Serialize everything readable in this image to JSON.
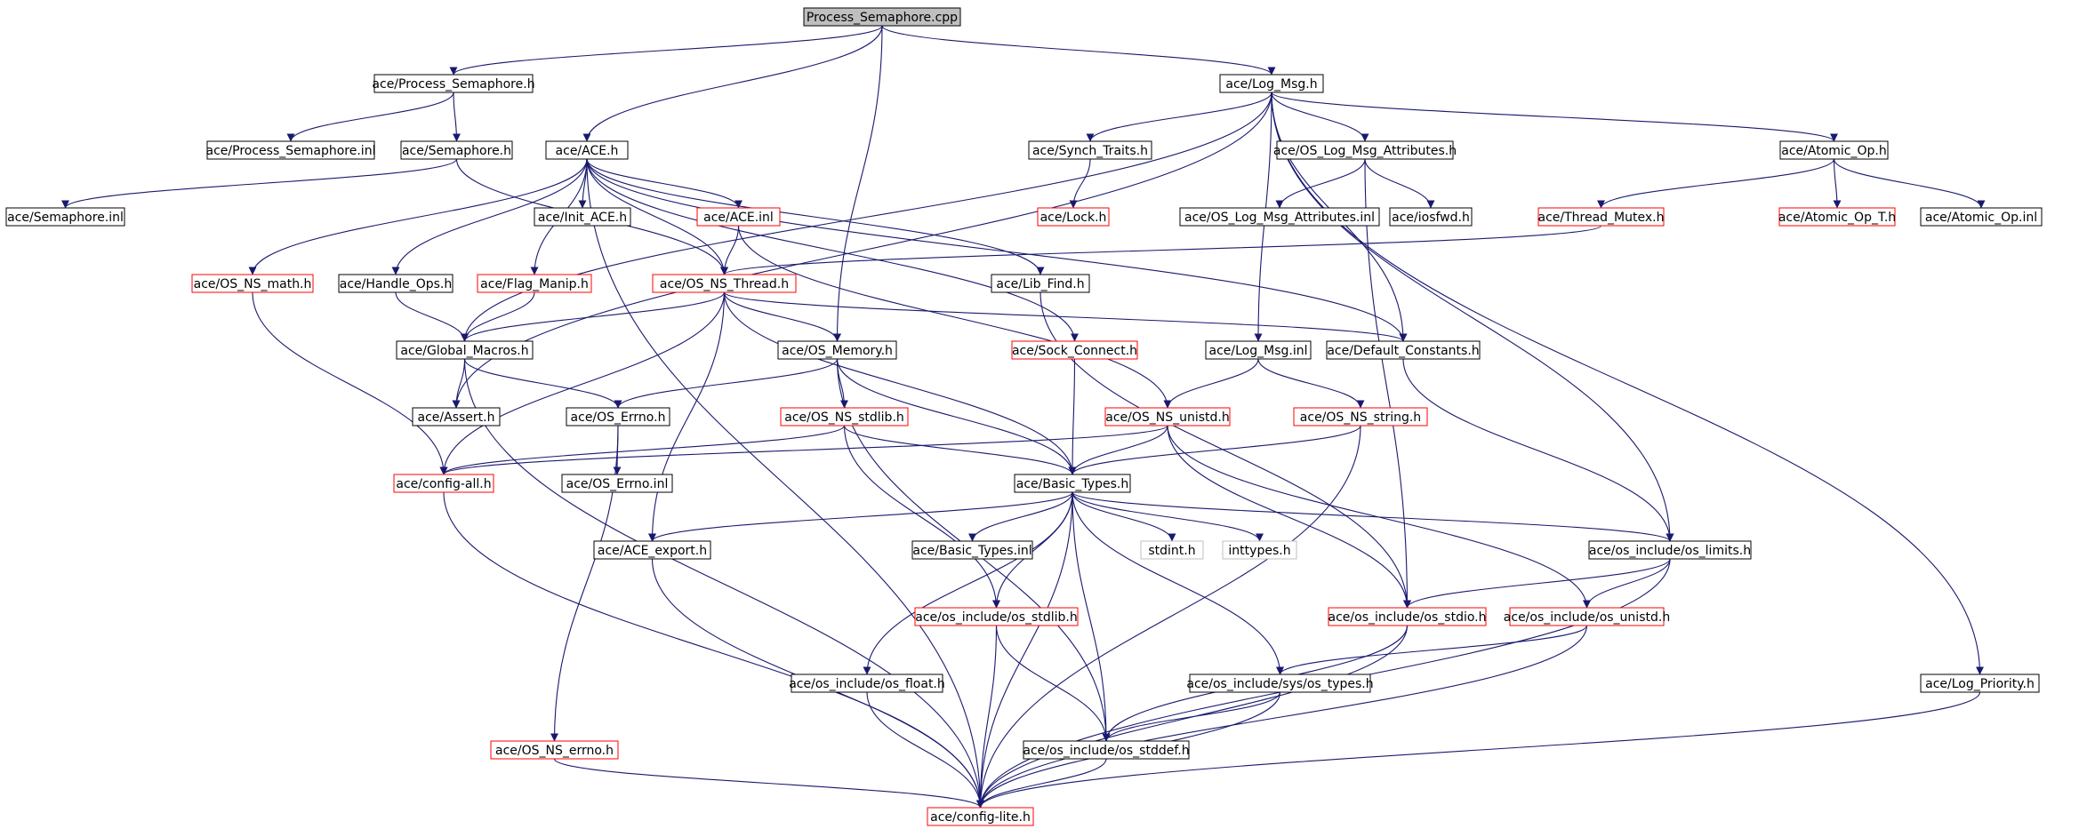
{
  "title": "Process_Semaphore.cpp",
  "colors": {
    "edge": "#191970",
    "root_fill": "#bfbfbf",
    "node_border": "#000000",
    "undocumented_border": "#ff0000",
    "missing_border": "#bfbfbf",
    "missing_text": "#000000"
  },
  "nodes": [
    {
      "id": "root",
      "label": "Process_Semaphore.cpp",
      "kind": "root"
    },
    {
      "id": "ps_h",
      "label": "ace/Process_Semaphore.h",
      "kind": "normal"
    },
    {
      "id": "logmsg_h",
      "label": "ace/Log_Msg.h",
      "kind": "normal"
    },
    {
      "id": "ps_inl",
      "label": "ace/Process_Semaphore.inl",
      "kind": "normal"
    },
    {
      "id": "sem_h",
      "label": "ace/Semaphore.h",
      "kind": "normal"
    },
    {
      "id": "ace_h",
      "label": "ace/ACE.h",
      "kind": "normal"
    },
    {
      "id": "synch_traits",
      "label": "ace/Synch_Traits.h",
      "kind": "normal"
    },
    {
      "id": "oslogattr_h",
      "label": "ace/OS_Log_Msg_Attributes.h",
      "kind": "normal"
    },
    {
      "id": "atomic_h",
      "label": "ace/Atomic_Op.h",
      "kind": "normal"
    },
    {
      "id": "sem_inl",
      "label": "ace/Semaphore.inl",
      "kind": "normal"
    },
    {
      "id": "initace",
      "label": "ace/Init_ACE.h",
      "kind": "normal"
    },
    {
      "id": "ace_inl",
      "label": "ace/ACE.inl",
      "kind": "red"
    },
    {
      "id": "lock_h",
      "label": "ace/Lock.h",
      "kind": "red"
    },
    {
      "id": "oslogattr_inl",
      "label": "ace/OS_Log_Msg_Attributes.inl",
      "kind": "normal"
    },
    {
      "id": "iosfwd",
      "label": "ace/iosfwd.h",
      "kind": "normal"
    },
    {
      "id": "threadmutex",
      "label": "ace/Thread_Mutex.h",
      "kind": "red"
    },
    {
      "id": "atomic_t",
      "label": "ace/Atomic_Op_T.h",
      "kind": "red"
    },
    {
      "id": "atomic_inl",
      "label": "ace/Atomic_Op.inl",
      "kind": "normal"
    },
    {
      "id": "osnsmath",
      "label": "ace/OS_NS_math.h",
      "kind": "red"
    },
    {
      "id": "handleops",
      "label": "ace/Handle_Ops.h",
      "kind": "normal"
    },
    {
      "id": "flagmanip",
      "label": "ace/Flag_Manip.h",
      "kind": "red"
    },
    {
      "id": "osnsthread",
      "label": "ace/OS_NS_Thread.h",
      "kind": "red"
    },
    {
      "id": "libfind",
      "label": "ace/Lib_Find.h",
      "kind": "normal"
    },
    {
      "id": "globalmacros",
      "label": "ace/Global_Macros.h",
      "kind": "normal"
    },
    {
      "id": "osmemory",
      "label": "ace/OS_Memory.h",
      "kind": "normal"
    },
    {
      "id": "sockconnect",
      "label": "ace/Sock_Connect.h",
      "kind": "red"
    },
    {
      "id": "logmsg_inl",
      "label": "ace/Log_Msg.inl",
      "kind": "normal"
    },
    {
      "id": "defconst",
      "label": "ace/Default_Constants.h",
      "kind": "normal"
    },
    {
      "id": "assert_h",
      "label": "ace/Assert.h",
      "kind": "normal"
    },
    {
      "id": "oserrno_h",
      "label": "ace/OS_Errno.h",
      "kind": "normal"
    },
    {
      "id": "osnsstdlib",
      "label": "ace/OS_NS_stdlib.h",
      "kind": "red"
    },
    {
      "id": "osnsunistd",
      "label": "ace/OS_NS_unistd.h",
      "kind": "red"
    },
    {
      "id": "osnsstring",
      "label": "ace/OS_NS_string.h",
      "kind": "red"
    },
    {
      "id": "configall",
      "label": "ace/config-all.h",
      "kind": "red"
    },
    {
      "id": "oserrno_inl",
      "label": "ace/OS_Errno.inl",
      "kind": "normal"
    },
    {
      "id": "basictypes_h",
      "label": "ace/Basic_Types.h",
      "kind": "normal"
    },
    {
      "id": "aceexport",
      "label": "ace/ACE_export.h",
      "kind": "normal"
    },
    {
      "id": "basictypes_inl",
      "label": "ace/Basic_Types.inl",
      "kind": "normal"
    },
    {
      "id": "stdint",
      "label": "stdint.h",
      "kind": "missing"
    },
    {
      "id": "inttypes",
      "label": "inttypes.h",
      "kind": "missing"
    },
    {
      "id": "oslimits",
      "label": "ace/os_include/os_limits.h",
      "kind": "normal"
    },
    {
      "id": "osstdlib",
      "label": "ace/os_include/os_stdlib.h",
      "kind": "red"
    },
    {
      "id": "osstdio",
      "label": "ace/os_include/os_stdio.h",
      "kind": "red"
    },
    {
      "id": "osunistd",
      "label": "ace/os_include/os_unistd.h",
      "kind": "red"
    },
    {
      "id": "osfloat",
      "label": "ace/os_include/os_float.h",
      "kind": "normal"
    },
    {
      "id": "ostypes",
      "label": "ace/os_include/sys/os_types.h",
      "kind": "normal"
    },
    {
      "id": "logpriority",
      "label": "ace/Log_Priority.h",
      "kind": "normal"
    },
    {
      "id": "osnserrno",
      "label": "ace/OS_NS_errno.h",
      "kind": "red"
    },
    {
      "id": "osstddef",
      "label": "ace/os_include/os_stddef.h",
      "kind": "normal"
    },
    {
      "id": "configlite",
      "label": "ace/config-lite.h",
      "kind": "red"
    }
  ],
  "edges": [
    [
      "root",
      "ps_h"
    ],
    [
      "root",
      "ace_h"
    ],
    [
      "root",
      "osmemory"
    ],
    [
      "root",
      "logmsg_h"
    ],
    [
      "ps_h",
      "ps_inl"
    ],
    [
      "ps_h",
      "sem_h"
    ],
    [
      "sem_h",
      "sem_inl"
    ],
    [
      "sem_h",
      "osnsthread"
    ],
    [
      "ace_h",
      "initace"
    ],
    [
      "ace_h",
      "ace_inl"
    ],
    [
      "ace_h",
      "osnsmath"
    ],
    [
      "ace_h",
      "handleops"
    ],
    [
      "ace_h",
      "flagmanip"
    ],
    [
      "ace_h",
      "libfind"
    ],
    [
      "ace_h",
      "sockconnect"
    ],
    [
      "ace_h",
      "defconst"
    ],
    [
      "ace_h",
      "configlite"
    ],
    [
      "ace_h",
      "osnsthread"
    ],
    [
      "ace_inl",
      "osnsthread"
    ],
    [
      "ace_inl",
      "osnsunistd"
    ],
    [
      "logmsg_h",
      "synch_traits"
    ],
    [
      "logmsg_h",
      "oslogattr_h"
    ],
    [
      "logmsg_h",
      "atomic_h"
    ],
    [
      "logmsg_h",
      "logmsg_inl"
    ],
    [
      "logmsg_h",
      "defconst"
    ],
    [
      "logmsg_h",
      "globalmacros"
    ],
    [
      "logmsg_h",
      "assert_h"
    ],
    [
      "logmsg_h",
      "oslimits"
    ],
    [
      "logmsg_h",
      "logpriority"
    ],
    [
      "synch_traits",
      "lock_h"
    ],
    [
      "oslogattr_h",
      "oslogattr_inl"
    ],
    [
      "oslogattr_h",
      "iosfwd"
    ],
    [
      "oslogattr_h",
      "osstdio"
    ],
    [
      "atomic_h",
      "threadmutex"
    ],
    [
      "atomic_h",
      "atomic_t"
    ],
    [
      "atomic_h",
      "atomic_inl"
    ],
    [
      "threadmutex",
      "osnsthread"
    ],
    [
      "osnsmath",
      "configall"
    ],
    [
      "handleops",
      "globalmacros"
    ],
    [
      "flagmanip",
      "globalmacros"
    ],
    [
      "osnsthread",
      "globalmacros"
    ],
    [
      "osnsthread",
      "osmemory"
    ],
    [
      "osnsthread",
      "defconst"
    ],
    [
      "osnsthread",
      "configall"
    ],
    [
      "osnsthread",
      "basictypes_h"
    ],
    [
      "osnsthread",
      "aceexport"
    ],
    [
      "libfind",
      "osstdio"
    ],
    [
      "globalmacros",
      "assert_h"
    ],
    [
      "globalmacros",
      "oserrno_h"
    ],
    [
      "globalmacros",
      "configlite"
    ],
    [
      "osmemory",
      "oserrno_h"
    ],
    [
      "osmemory",
      "osnsstdlib"
    ],
    [
      "osmemory",
      "basictypes_h"
    ],
    [
      "osmemory",
      "osstddef"
    ],
    [
      "sockconnect",
      "basictypes_h"
    ],
    [
      "logmsg_inl",
      "osnsunistd"
    ],
    [
      "logmsg_inl",
      "osnsstring"
    ],
    [
      "defconst",
      "oslimits"
    ],
    [
      "oserrno_h",
      "oserrno_inl"
    ],
    [
      "oserrno_h",
      "osnserrno"
    ],
    [
      "osnsstdlib",
      "configall"
    ],
    [
      "osnsstdlib",
      "basictypes_h"
    ],
    [
      "osnsstdlib",
      "osstdlib"
    ],
    [
      "osnsunistd",
      "configall"
    ],
    [
      "osnsunistd",
      "basictypes_h"
    ],
    [
      "osnsunistd",
      "osstdio"
    ],
    [
      "osnsunistd",
      "osunistd"
    ],
    [
      "osnsstring",
      "basictypes_h"
    ],
    [
      "osnsstring",
      "configlite"
    ],
    [
      "configall",
      "configlite"
    ],
    [
      "basictypes_h",
      "aceexport"
    ],
    [
      "basictypes_h",
      "basictypes_inl"
    ],
    [
      "basictypes_h",
      "stdint"
    ],
    [
      "basictypes_h",
      "inttypes"
    ],
    [
      "basictypes_h",
      "oslimits"
    ],
    [
      "basictypes_h",
      "osstdlib"
    ],
    [
      "basictypes_h",
      "osfloat"
    ],
    [
      "basictypes_h",
      "ostypes"
    ],
    [
      "basictypes_h",
      "osstddef"
    ],
    [
      "basictypes_h",
      "configlite"
    ],
    [
      "aceexport",
      "configlite"
    ],
    [
      "oslimits",
      "osstdio"
    ],
    [
      "oslimits",
      "osunistd"
    ],
    [
      "oslimits",
      "configlite"
    ],
    [
      "osstdlib",
      "osstddef"
    ],
    [
      "osstdlib",
      "configlite"
    ],
    [
      "osstdio",
      "osstddef"
    ],
    [
      "osstdio",
      "configlite"
    ],
    [
      "osunistd",
      "ostypes"
    ],
    [
      "osunistd",
      "configlite"
    ],
    [
      "osfloat",
      "configlite"
    ],
    [
      "ostypes",
      "osstddef"
    ],
    [
      "ostypes",
      "configlite"
    ],
    [
      "logpriority",
      "configlite"
    ],
    [
      "osnserrno",
      "configlite"
    ],
    [
      "osstddef",
      "configlite"
    ]
  ]
}
